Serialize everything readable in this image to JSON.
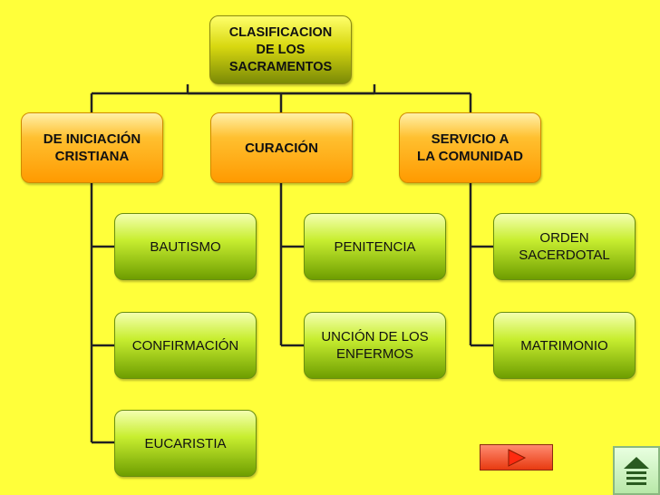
{
  "root": {
    "label": "CLASIFICACION DE LOS SACRAMENTOS",
    "lines": [
      "CLASIFICACION",
      "DE LOS",
      "SACRAMENTOS"
    ]
  },
  "categories": [
    {
      "lines": [
        "DE INICIACIÓN",
        "CRISTIANA"
      ]
    },
    {
      "lines": [
        "CURACIÓN"
      ]
    },
    {
      "lines": [
        "SERVICIO A",
        "LA COMUNIDAD"
      ]
    }
  ],
  "sacraments": [
    {
      "category": 0,
      "lines": [
        "BAUTISMO"
      ]
    },
    {
      "category": 0,
      "lines": [
        "CONFIRMACIÓN"
      ]
    },
    {
      "category": 0,
      "lines": [
        "EUCARISTIA"
      ]
    },
    {
      "category": 1,
      "lines": [
        "PENITENCIA"
      ]
    },
    {
      "category": 1,
      "lines": [
        "UNCIÓN DE LOS",
        "ENFERMOS"
      ]
    },
    {
      "category": 2,
      "lines": [
        "ORDEN",
        "SACERDOTAL"
      ]
    },
    {
      "category": 2,
      "lines": [
        "MATRIMONIO"
      ]
    }
  ],
  "icons": {
    "next": "next-arrow-icon",
    "home": "home-icon"
  },
  "colors": {
    "background": "#ffff3a",
    "connector": "#111111",
    "category": "#ffa500",
    "leaf": "#b0dd20",
    "arrow": "#e83a10"
  }
}
